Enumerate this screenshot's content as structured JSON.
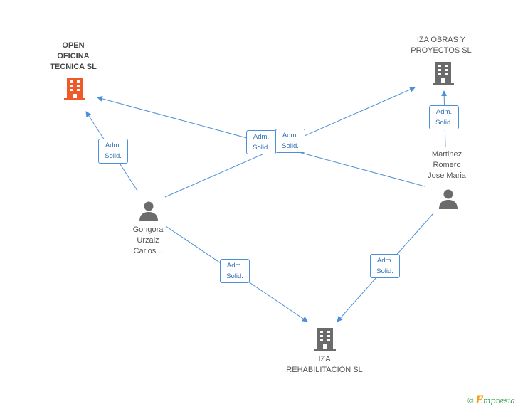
{
  "nodes": {
    "open_oficina": {
      "label": "OPEN\nOFICINA\nTECNICA SL",
      "type": "company",
      "color": "#f05a28"
    },
    "iza_obras": {
      "label": "IZA OBRAS Y\nPROYECTOS SL",
      "type": "company",
      "color": "#6b6b6b"
    },
    "iza_rehab": {
      "label": "IZA\nREHABILITACION SL",
      "type": "company",
      "color": "#6b6b6b"
    },
    "gongora": {
      "label": "Gongora\nUrzaiz\nCarlos...",
      "type": "person",
      "color": "#6b6b6b"
    },
    "martinez": {
      "label": "Martinez\nRomero\nJose Maria",
      "type": "person",
      "color": "#6b6b6b"
    }
  },
  "roles": {
    "line1": "Adm.",
    "line2": "Solid."
  },
  "edge_color": "#4a8fd8",
  "footer": {
    "copyright": "©",
    "brand_initial": "E",
    "brand_rest": "mpresia"
  }
}
